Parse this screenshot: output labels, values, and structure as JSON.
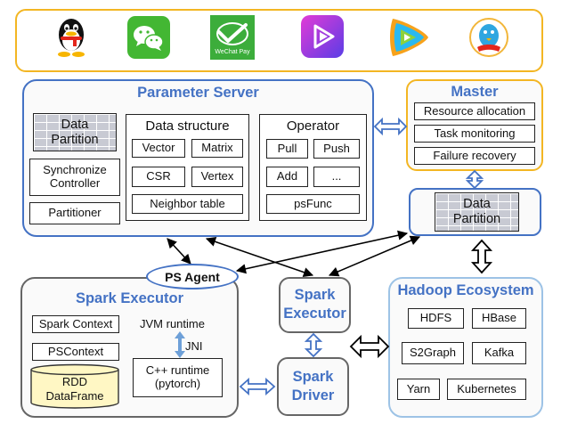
{
  "apps": {
    "wechat_pay_label": "WeChat Pay",
    "icons": [
      "qq-penguin-icon",
      "wechat-icon",
      "wechat-pay-icon",
      "video-play-icon",
      "tencent-video-icon",
      "qq-bird-icon"
    ]
  },
  "parameter_server": {
    "title": "Parameter Server",
    "data_partition": [
      "Data",
      "Partition"
    ],
    "synchronize_controller": [
      "Synchronize",
      "Controller"
    ],
    "partitioner": "Partitioner",
    "data_structure": {
      "title": "Data structure",
      "items": [
        "Vector",
        "Matrix",
        "CSR",
        "Vertex",
        "Neighbor table"
      ]
    },
    "operator": {
      "title": "Operator",
      "items": [
        "Pull",
        "Push",
        "Add",
        "...",
        "psFunc"
      ]
    }
  },
  "master": {
    "title": "Master",
    "items": [
      "Resource allocation",
      "Task monitoring",
      "Failure recovery"
    ]
  },
  "data_partition_right": [
    "Data",
    "Partition"
  ],
  "ps_agent": "PS Agent",
  "spark_executor_left": {
    "title": "Spark Executor",
    "spark_context": "Spark Context",
    "ps_context": "PSContext",
    "rdd": [
      "RDD",
      "DataFrame"
    ],
    "jvm_runtime": "JVM runtime",
    "jni": "JNI",
    "cpp_runtime": [
      "C++ runtime",
      "(pytorch)"
    ]
  },
  "spark_executor_mid": [
    "Spark",
    "Executor"
  ],
  "spark_driver": [
    "Spark",
    "Driver"
  ],
  "hadoop": {
    "title": "Hadoop Ecosystem",
    "items": [
      "HDFS",
      "HBase",
      "S2Graph",
      "Kafka",
      "Yarn",
      "Kubernetes"
    ]
  },
  "colors": {
    "accent_blue": "#4472c4",
    "orange": "#f3b623",
    "light_blue": "#9dc3e6",
    "dark_gray": "#666666",
    "region_fill": "#fafafa"
  }
}
